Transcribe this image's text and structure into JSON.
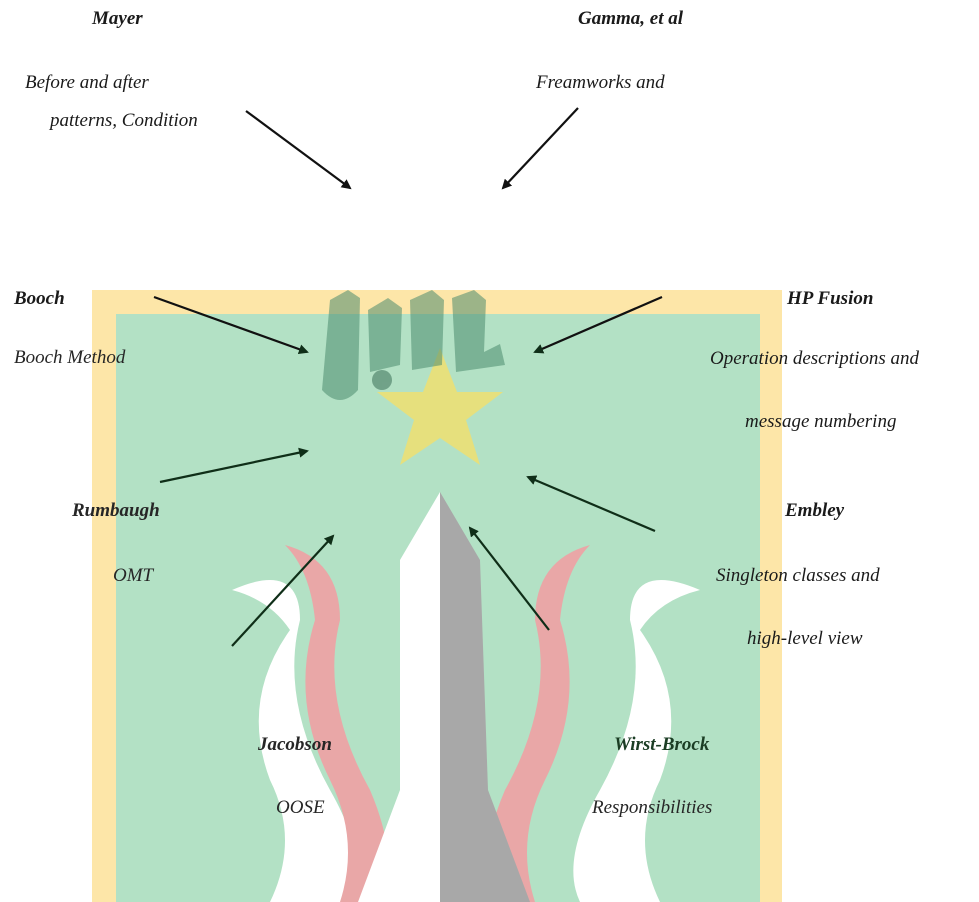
{
  "diagram": {
    "sources": [
      {
        "id": "mayer",
        "name": "Mayer",
        "lines": [
          "Before and after",
          "patterns, Condition"
        ]
      },
      {
        "id": "gamma",
        "name": "Gamma, et al",
        "lines": [
          "Freamworks and"
        ]
      },
      {
        "id": "booch",
        "name": "Booch",
        "lines": [
          "Booch Method"
        ]
      },
      {
        "id": "hp-fusion",
        "name": "HP Fusion",
        "lines": [
          "Operation descriptions and",
          "message numbering"
        ]
      },
      {
        "id": "rumbaugh",
        "name": "Rumbaugh",
        "lines": [
          "OMT"
        ]
      },
      {
        "id": "embley",
        "name": "Embley",
        "lines": [
          "Singleton classes and",
          "high-level view"
        ]
      },
      {
        "id": "jacobson",
        "name": "Jacobson",
        "lines": [
          "OOSE"
        ]
      },
      {
        "id": "wirst-brock",
        "name": "Wirst-Brock",
        "lines": [
          "Responsibilities"
        ]
      }
    ],
    "center_logo": "UML logo",
    "arrow_color": "#111111"
  },
  "watermark": {
    "colors": {
      "border": "#fde6a8",
      "field": "#b3e1c5",
      "red": "#e9a7a7",
      "gray": "#a8a8a8",
      "star": "#e6e07d"
    }
  }
}
